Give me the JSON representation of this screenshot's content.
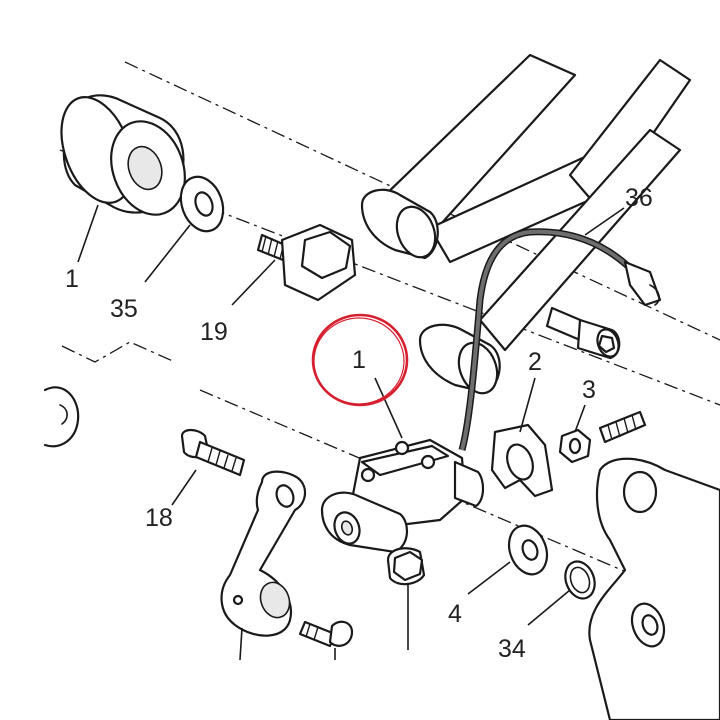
{
  "diagram": {
    "callouts": [
      "1",
      "35",
      "19",
      "1",
      "36",
      "2",
      "3",
      "18",
      "4",
      "34"
    ],
    "highlight_color": "#d6202f",
    "line_color": "#1a1a1a",
    "cable_color": "#6e6e6e"
  }
}
